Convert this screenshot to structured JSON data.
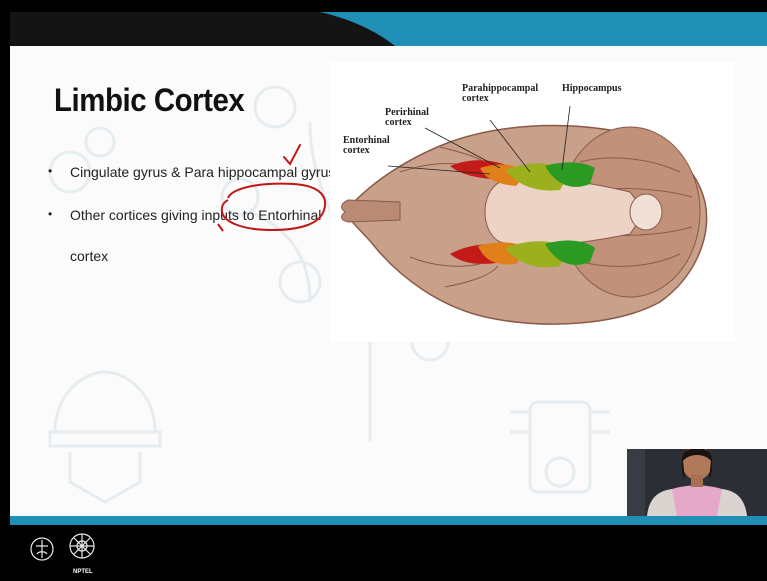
{
  "slide": {
    "title": "Limbic Cortex",
    "bullets": [
      "Cingulate gyrus & Para hippocampal gyrus",
      "Other cortices giving inputs to Entorhinal",
      "cortex"
    ]
  },
  "figure": {
    "labels": {
      "perirhinal": "Perirhinal cortex",
      "parahippocampal": "Parahippocampal cortex",
      "hippocampus": "Hippocampus",
      "entorhinal": "Entorhinal cortex"
    },
    "perirhinal_lines": [
      "Perirhinal",
      "cortex"
    ],
    "parahippocampal_lines": [
      "Parahippocampal",
      "cortex"
    ],
    "entorhinal_lines": [
      "Entorhinal",
      "cortex"
    ]
  },
  "footer": {
    "logo_text": "NPTEL"
  },
  "colors": {
    "topbar_left": "#141414",
    "topbar_right": "#1f8fb6",
    "accent": "#1f8fb6",
    "ink": "#c01818",
    "brain": "#c9a08a",
    "entorhinal": "#c41a1a",
    "perirhinal": "#e0801a",
    "parahippocampal": "#9cb01e",
    "hippocampus": "#2a9a22"
  }
}
